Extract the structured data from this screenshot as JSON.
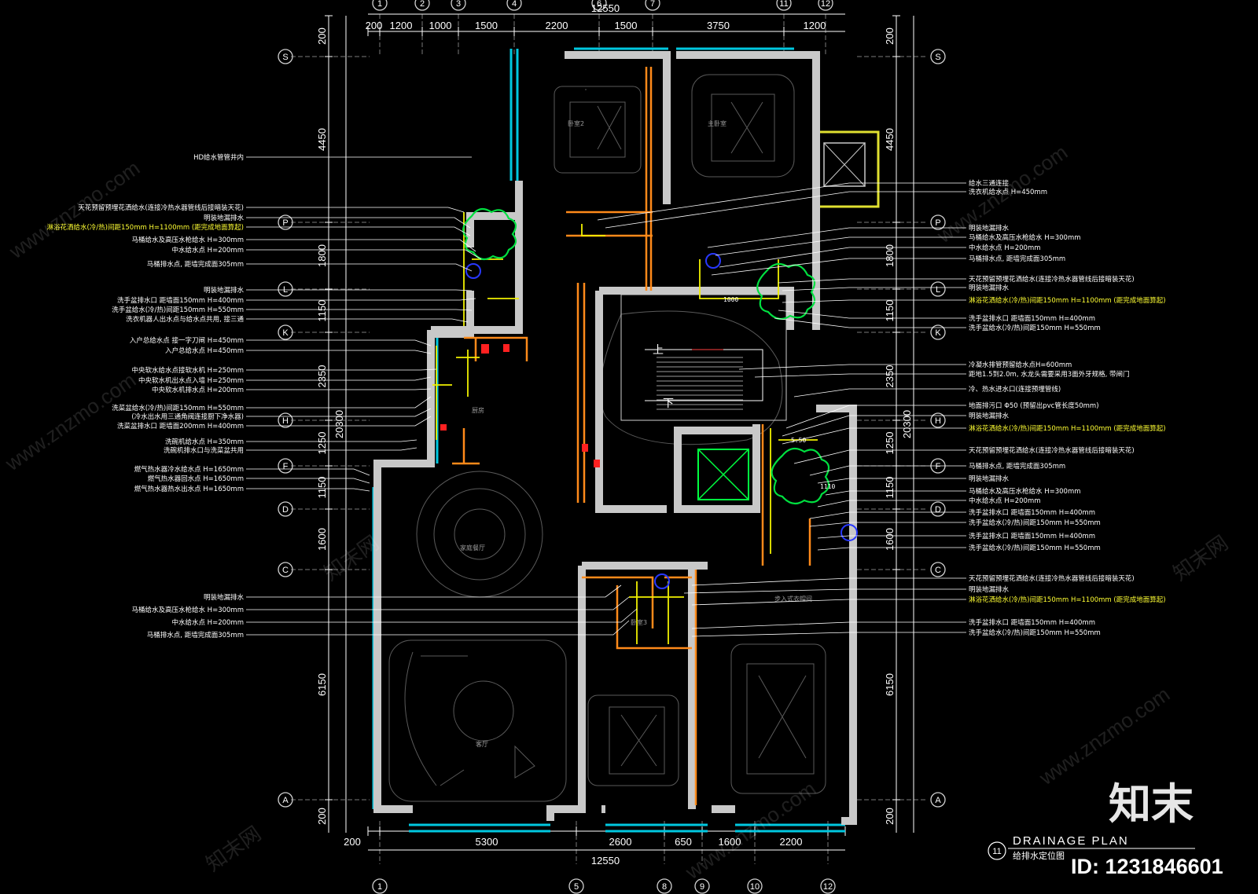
{
  "drawing": {
    "title": "DRAINAGE PLAN",
    "subtitle": "给排水定位图",
    "sheet_no": "11",
    "watermark_brand": "知末",
    "watermark_id": "ID: 1231846601",
    "watermark_site": "www.znzmo.com",
    "watermark_site_alt": "知末网"
  },
  "dims": {
    "top_total": "12550",
    "top": [
      "200",
      "1200",
      "1000",
      "1500",
      "2200",
      "1500",
      "3750",
      "1200"
    ],
    "bottom_total": "12550",
    "bottom": [
      "200",
      "5300",
      "2600",
      "650",
      "1600",
      "2200"
    ],
    "left": [
      "200",
      "4450",
      "1800",
      "1150",
      "2350",
      "1250",
      "1150",
      "1600",
      "6150",
      "200"
    ],
    "left_total": "20300",
    "right": [
      "200",
      "4450",
      "1800",
      "1150",
      "2350",
      "1250",
      "1150",
      "1600",
      "6150",
      "200"
    ],
    "right_total": "20300"
  },
  "axes": {
    "top": [
      "1",
      "2",
      "3",
      "4",
      "6",
      "7",
      "11",
      "12"
    ],
    "bottom": [
      "1",
      "5",
      "8",
      "9",
      "10",
      "12"
    ],
    "left": [
      "S",
      "P",
      "L",
      "K",
      "H",
      "F",
      "D",
      "C",
      "A"
    ],
    "right": [
      "S",
      "P",
      "L",
      "K",
      "H",
      "F",
      "D",
      "C",
      "A"
    ]
  },
  "rooms": {
    "r1": "卧室2",
    "r2": "主卧室",
    "r3": "厨房",
    "r4": "家庭餐厅",
    "r5": "卧室3",
    "r6": "客厅",
    "r7": "步入式衣帽间",
    "stairs_up": "上",
    "stairs_down": "下",
    "val1": "1000",
    "val2": "1110",
    "val3": "5.50"
  },
  "notes_left": [
    {
      "t": "HD给水管管井内",
      "hl": false
    },
    {
      "t": "天花预留预埋花洒给水(连接冷热水器管线后接暗装天花)",
      "hl": false
    },
    {
      "t": "明装地漏排水",
      "hl": false
    },
    {
      "t": "淋浴花洒给水(冷/热)间距150mm H=1100mm (距完成地面算起)",
      "hl": true
    },
    {
      "t": "马桶给水及高压水枪给水 H=300mm",
      "hl": false
    },
    {
      "t": "中水给水点 H=200mm",
      "hl": false
    },
    {
      "t": "马桶排水点, 距墙完成面305mm",
      "hl": false
    },
    {
      "t": "明装地漏排水",
      "hl": false
    },
    {
      "t": "洗手盆排水口 距墙面150mm H=400mm",
      "hl": false
    },
    {
      "t": "洗手盆给水(冷/热)间距150mm H=550mm",
      "hl": false
    },
    {
      "t": "洗衣机器人出水点与给水点共用, 接三通",
      "hl": false
    },
    {
      "t": "入户总给水点 接一字刀闸 H=450mm",
      "hl": false
    },
    {
      "t": "入户总给水点 H=450mm",
      "hl": false
    },
    {
      "t": "中央软水给水点接软水机 H=250mm",
      "hl": false
    },
    {
      "t": "中央软水机出水点入墙 H=250mm",
      "hl": false
    },
    {
      "t": "中央软水机排水点 H=200mm",
      "hl": false
    },
    {
      "t": "洗菜盆给水(冷/热)间距150mm H=550mm",
      "hl": false
    },
    {
      "t": "(冷水出水用三通角阀连接厨下净水器)",
      "hl": false
    },
    {
      "t": "洗菜盆排水口 距墙面200mm H=400mm",
      "hl": false
    },
    {
      "t": "洗碗机给水点 H=350mm",
      "hl": false
    },
    {
      "t": "洗碗机排水口与洗菜盆共用",
      "hl": false
    },
    {
      "t": "燃气热水器冷水给水点 H=1650mm",
      "hl": false
    },
    {
      "t": "燃气热水器回水点 H=1650mm",
      "hl": false
    },
    {
      "t": "燃气热水器热水出水点 H=1650mm",
      "hl": false
    },
    {
      "t": "明装地漏排水",
      "hl": false
    },
    {
      "t": "马桶给水及高压水枪给水 H=300mm",
      "hl": false
    },
    {
      "t": "中水给水点 H=200mm",
      "hl": false
    },
    {
      "t": "马桶排水点, 距墙完成面305mm",
      "hl": false
    }
  ],
  "notes_right": [
    {
      "t": "给水三通连接",
      "hl": false
    },
    {
      "t": "洗衣机给水点 H=450mm",
      "hl": false
    },
    {
      "t": "明装地漏排水",
      "hl": false
    },
    {
      "t": "马桶给水及高压水枪给水 H=300mm",
      "hl": false
    },
    {
      "t": "中水给水点 H=200mm",
      "hl": false
    },
    {
      "t": "马桶排水点, 距墙完成面305mm",
      "hl": false
    },
    {
      "t": "天花预留预埋花洒给水(连接冷热水器管线后接暗装天花)",
      "hl": false
    },
    {
      "t": "明装地漏排水",
      "hl": false
    },
    {
      "t": "淋浴花洒给水(冷/热)间距150mm H=1100mm (距完成地面算起)",
      "hl": true
    },
    {
      "t": "洗手盆排水口 距墙面150mm H=400mm",
      "hl": false
    },
    {
      "t": "洗手盆给水(冷/热)间距150mm H=550mm",
      "hl": false
    },
    {
      "t": "冷凝水排管预留给水点H=600mm",
      "hl": false
    },
    {
      "t": "距地1.5到2.0m, 水龙头需要采用3面外牙规格, 带闸门",
      "hl": false
    },
    {
      "t": "冷、热水进水口(连接预埋管线)",
      "hl": false
    },
    {
      "t": "地面排污口 Φ50 (预留出pvc管长度50mm)",
      "hl": false
    },
    {
      "t": "明装地漏排水",
      "hl": false
    },
    {
      "t": "淋浴花洒给水(冷/热)间距150mm H=1100mm (距完成地面算起)",
      "hl": true
    },
    {
      "t": "天花预留预埋花洒给水(连接冷热水器管线后接暗装天花)",
      "hl": false
    },
    {
      "t": "马桶排水点, 距墙完成面305mm",
      "hl": false
    },
    {
      "t": "明装地漏排水",
      "hl": false
    },
    {
      "t": "马桶给水及高压水枪给水 H=300mm",
      "hl": false
    },
    {
      "t": "中水给水点 H=200mm",
      "hl": false
    },
    {
      "t": "洗手盆排水口 距墙面150mm H=400mm",
      "hl": false
    },
    {
      "t": "洗手盆给水(冷/热)间距150mm H=550mm",
      "hl": false
    },
    {
      "t": "洗手盆排水口 距墙面150mm H=400mm",
      "hl": false
    },
    {
      "t": "洗手盆给水(冷/热)间距150mm H=550mm",
      "hl": false
    },
    {
      "t": "天花预留预埋花洒给水(连接冷热水器管线后接暗装天花)",
      "hl": false
    },
    {
      "t": "明装地漏排水",
      "hl": false
    },
    {
      "t": "淋浴花洒给水(冷/热)间距150mm H=1100mm (距完成地面算起)",
      "hl": true
    },
    {
      "t": "洗手盆排水口 距墙面150mm H=400mm",
      "hl": false
    },
    {
      "t": "洗手盆给水(冷/热)间距150mm H=550mm",
      "hl": false
    }
  ],
  "colors": {
    "wall": "#c8c8c8",
    "window": "#00d8ff",
    "dim": "#ffffff",
    "note": "#ffff33",
    "cyan": "#00c8d8",
    "green": "#00ff40",
    "orange": "#ff8a1a",
    "red": "#ff2020",
    "blue": "#2030ff"
  }
}
